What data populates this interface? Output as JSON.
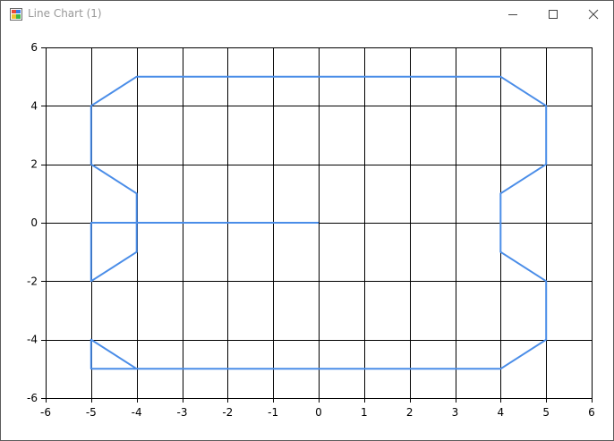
{
  "window": {
    "title": "Line Chart (1)",
    "icons": {
      "app": "app-chart-icon",
      "minimize": "minimize-icon",
      "maximize": "maximize-icon",
      "close": "close-icon"
    }
  },
  "chart_data": {
    "type": "line",
    "title": "",
    "xlabel": "",
    "ylabel": "",
    "xlim": [
      -6,
      6
    ],
    "ylim": [
      -6,
      6
    ],
    "grid": true,
    "x_ticks": [
      -6,
      -5,
      -4,
      -3,
      -2,
      -1,
      0,
      1,
      2,
      3,
      4,
      5,
      6
    ],
    "y_ticks": [
      -6,
      -4,
      -2,
      0,
      2,
      4,
      6
    ],
    "series": [
      {
        "color": "#4a8de8",
        "points": [
          [
            0,
            0
          ],
          [
            -5,
            0
          ],
          [
            -5,
            -2
          ],
          [
            -4,
            -1
          ],
          [
            -4,
            1
          ],
          [
            -5,
            2
          ],
          [
            -5,
            4
          ],
          [
            -4,
            5
          ],
          [
            4,
            5
          ],
          [
            5,
            4
          ],
          [
            5,
            2
          ],
          [
            4,
            1
          ],
          [
            4,
            -1
          ],
          [
            5,
            -2
          ],
          [
            5,
            -4
          ],
          [
            4,
            -5
          ],
          [
            -4,
            -5
          ],
          [
            -5,
            -4
          ],
          [
            -5,
            -5
          ],
          [
            -4,
            -5
          ]
        ]
      }
    ]
  }
}
